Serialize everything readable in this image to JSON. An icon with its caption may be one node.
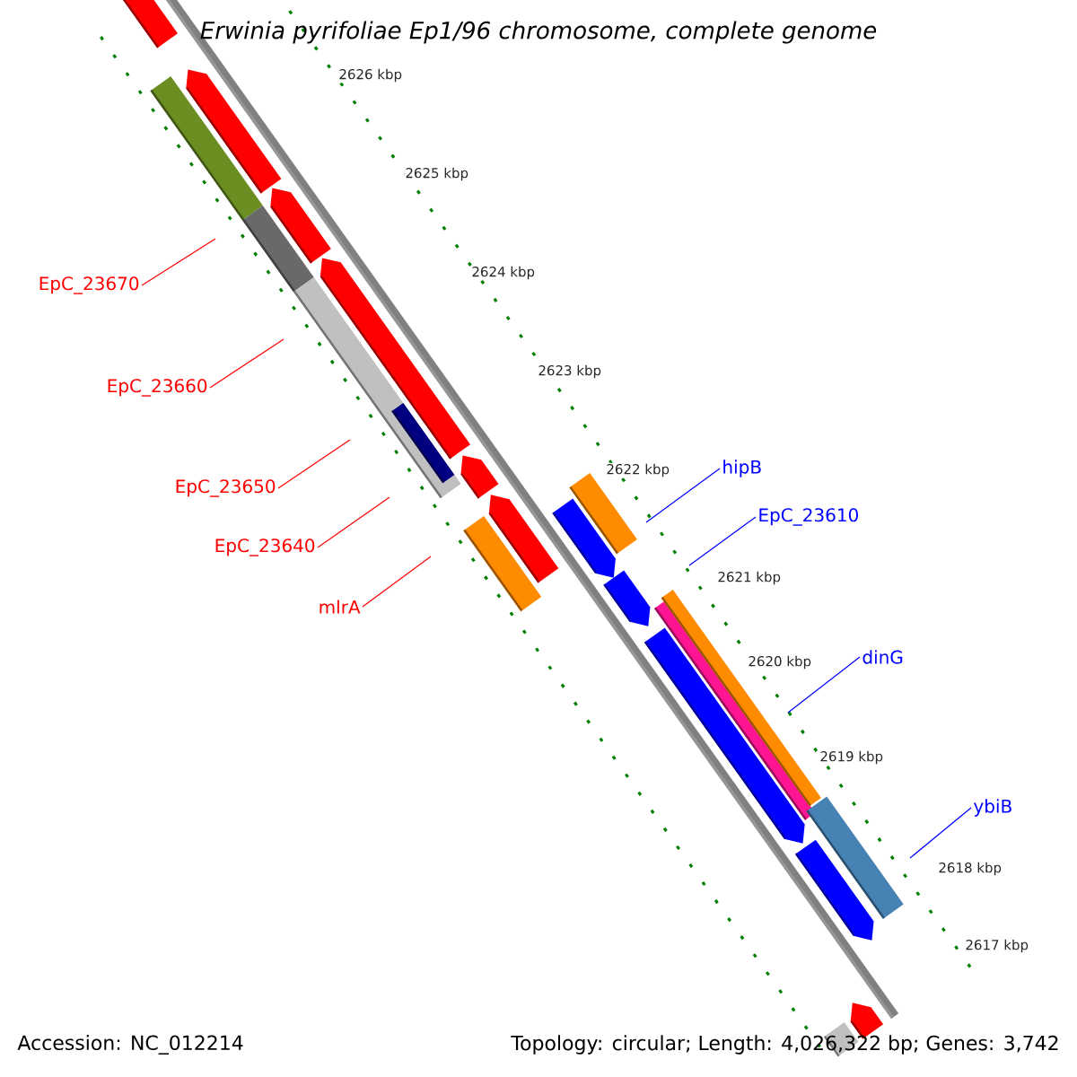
{
  "diagram": {
    "title": "Erwinia pyrifoliae Ep1/96 chromosome, complete genome",
    "nodes": [
      {
        "text": [
          "EpC_23670"
        ]
      },
      {
        "text": [
          "EpC_23660"
        ]
      },
      {
        "text": [
          "EpC_23650"
        ]
      },
      {
        "text": [
          "EpC_23640"
        ]
      },
      {
        "text": [
          "mlrA"
        ]
      },
      {
        "text": [
          "hipB"
        ]
      },
      {
        "text": [
          "EpC_23610"
        ]
      },
      {
        "text": [
          "dinG"
        ]
      },
      {
        "text": [
          "ybiB"
        ]
      }
    ],
    "edges": [
      {
        "from": 0,
        "to": null,
        "arrow": "none",
        "color": "#ff0000"
      },
      {
        "from": 1,
        "to": null,
        "arrow": "none",
        "color": "#ff0000"
      },
      {
        "from": 2,
        "to": null,
        "arrow": "none",
        "color": "#ff0000"
      },
      {
        "from": 3,
        "to": null,
        "arrow": "none",
        "color": "#ff0000"
      },
      {
        "from": 4,
        "to": null,
        "arrow": "none",
        "color": "#ff0000"
      },
      {
        "from": 5,
        "to": null,
        "arrow": "none",
        "color": "#0000ff"
      },
      {
        "from": 6,
        "to": null,
        "arrow": "none",
        "color": "#0000ff"
      },
      {
        "from": 7,
        "to": null,
        "arrow": "none",
        "color": "#0000ff"
      },
      {
        "from": 8,
        "to": null,
        "arrow": "none",
        "color": "#0000ff"
      }
    ],
    "labels": [
      "2626 kbp",
      "2625 kbp",
      "2624 kbp",
      "2623 kbp",
      "2622 kbp",
      "2621 kbp",
      "2620 kbp",
      "2619 kbp",
      "2618 kbp",
      "2617 kbp",
      "Accession: NC_012214",
      "Topology: circular; Length: 4,026,322 bp; Genes: 3,742"
    ]
  }
}
